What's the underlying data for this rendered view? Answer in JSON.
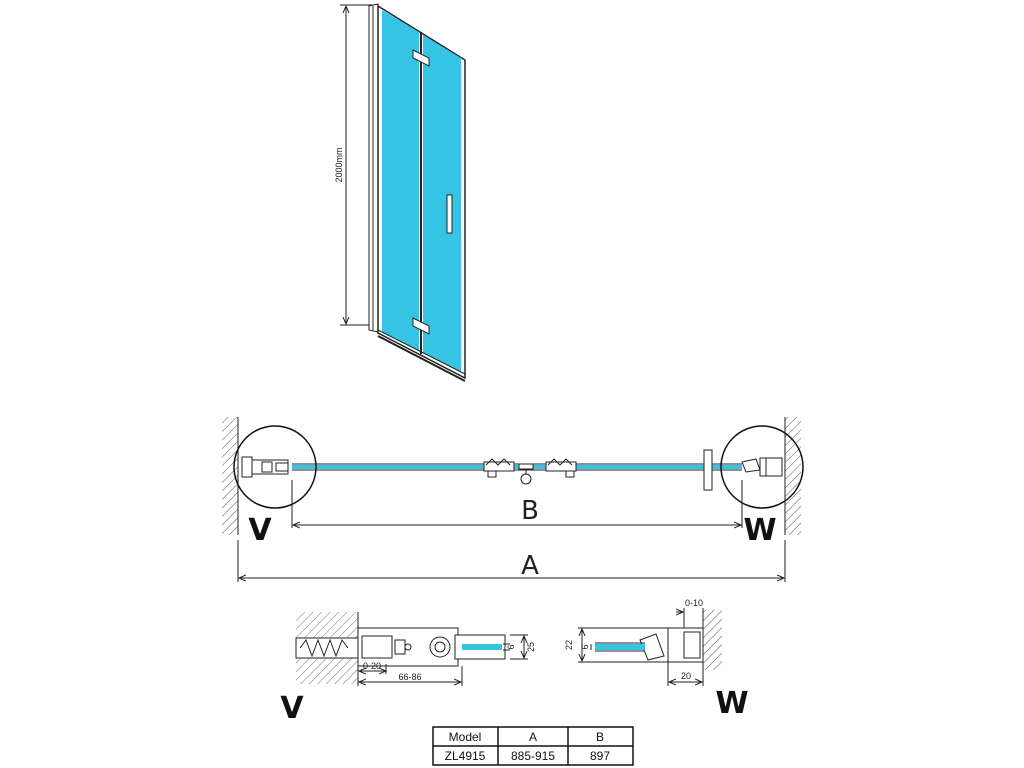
{
  "height_dimension": "2000mm",
  "plan_view": {
    "left_label": "V",
    "right_label": "W",
    "dimension_a": "A",
    "dimension_b": "B"
  },
  "detail_v": {
    "label": "V",
    "dims": {
      "adjust": "0-20",
      "range": "66-86",
      "height": "25",
      "glass": "6"
    }
  },
  "detail_w": {
    "label": "W",
    "dims": {
      "top": "0-10",
      "height": "22",
      "glass": "6",
      "depth": "20"
    }
  },
  "colors": {
    "glass": "#35c4e4",
    "line": "#222222",
    "hatch": "#555555"
  },
  "spec_table": {
    "headers": [
      "Model",
      "A",
      "B"
    ],
    "rows": [
      [
        "ZL4915",
        "885-915",
        "897"
      ]
    ]
  }
}
